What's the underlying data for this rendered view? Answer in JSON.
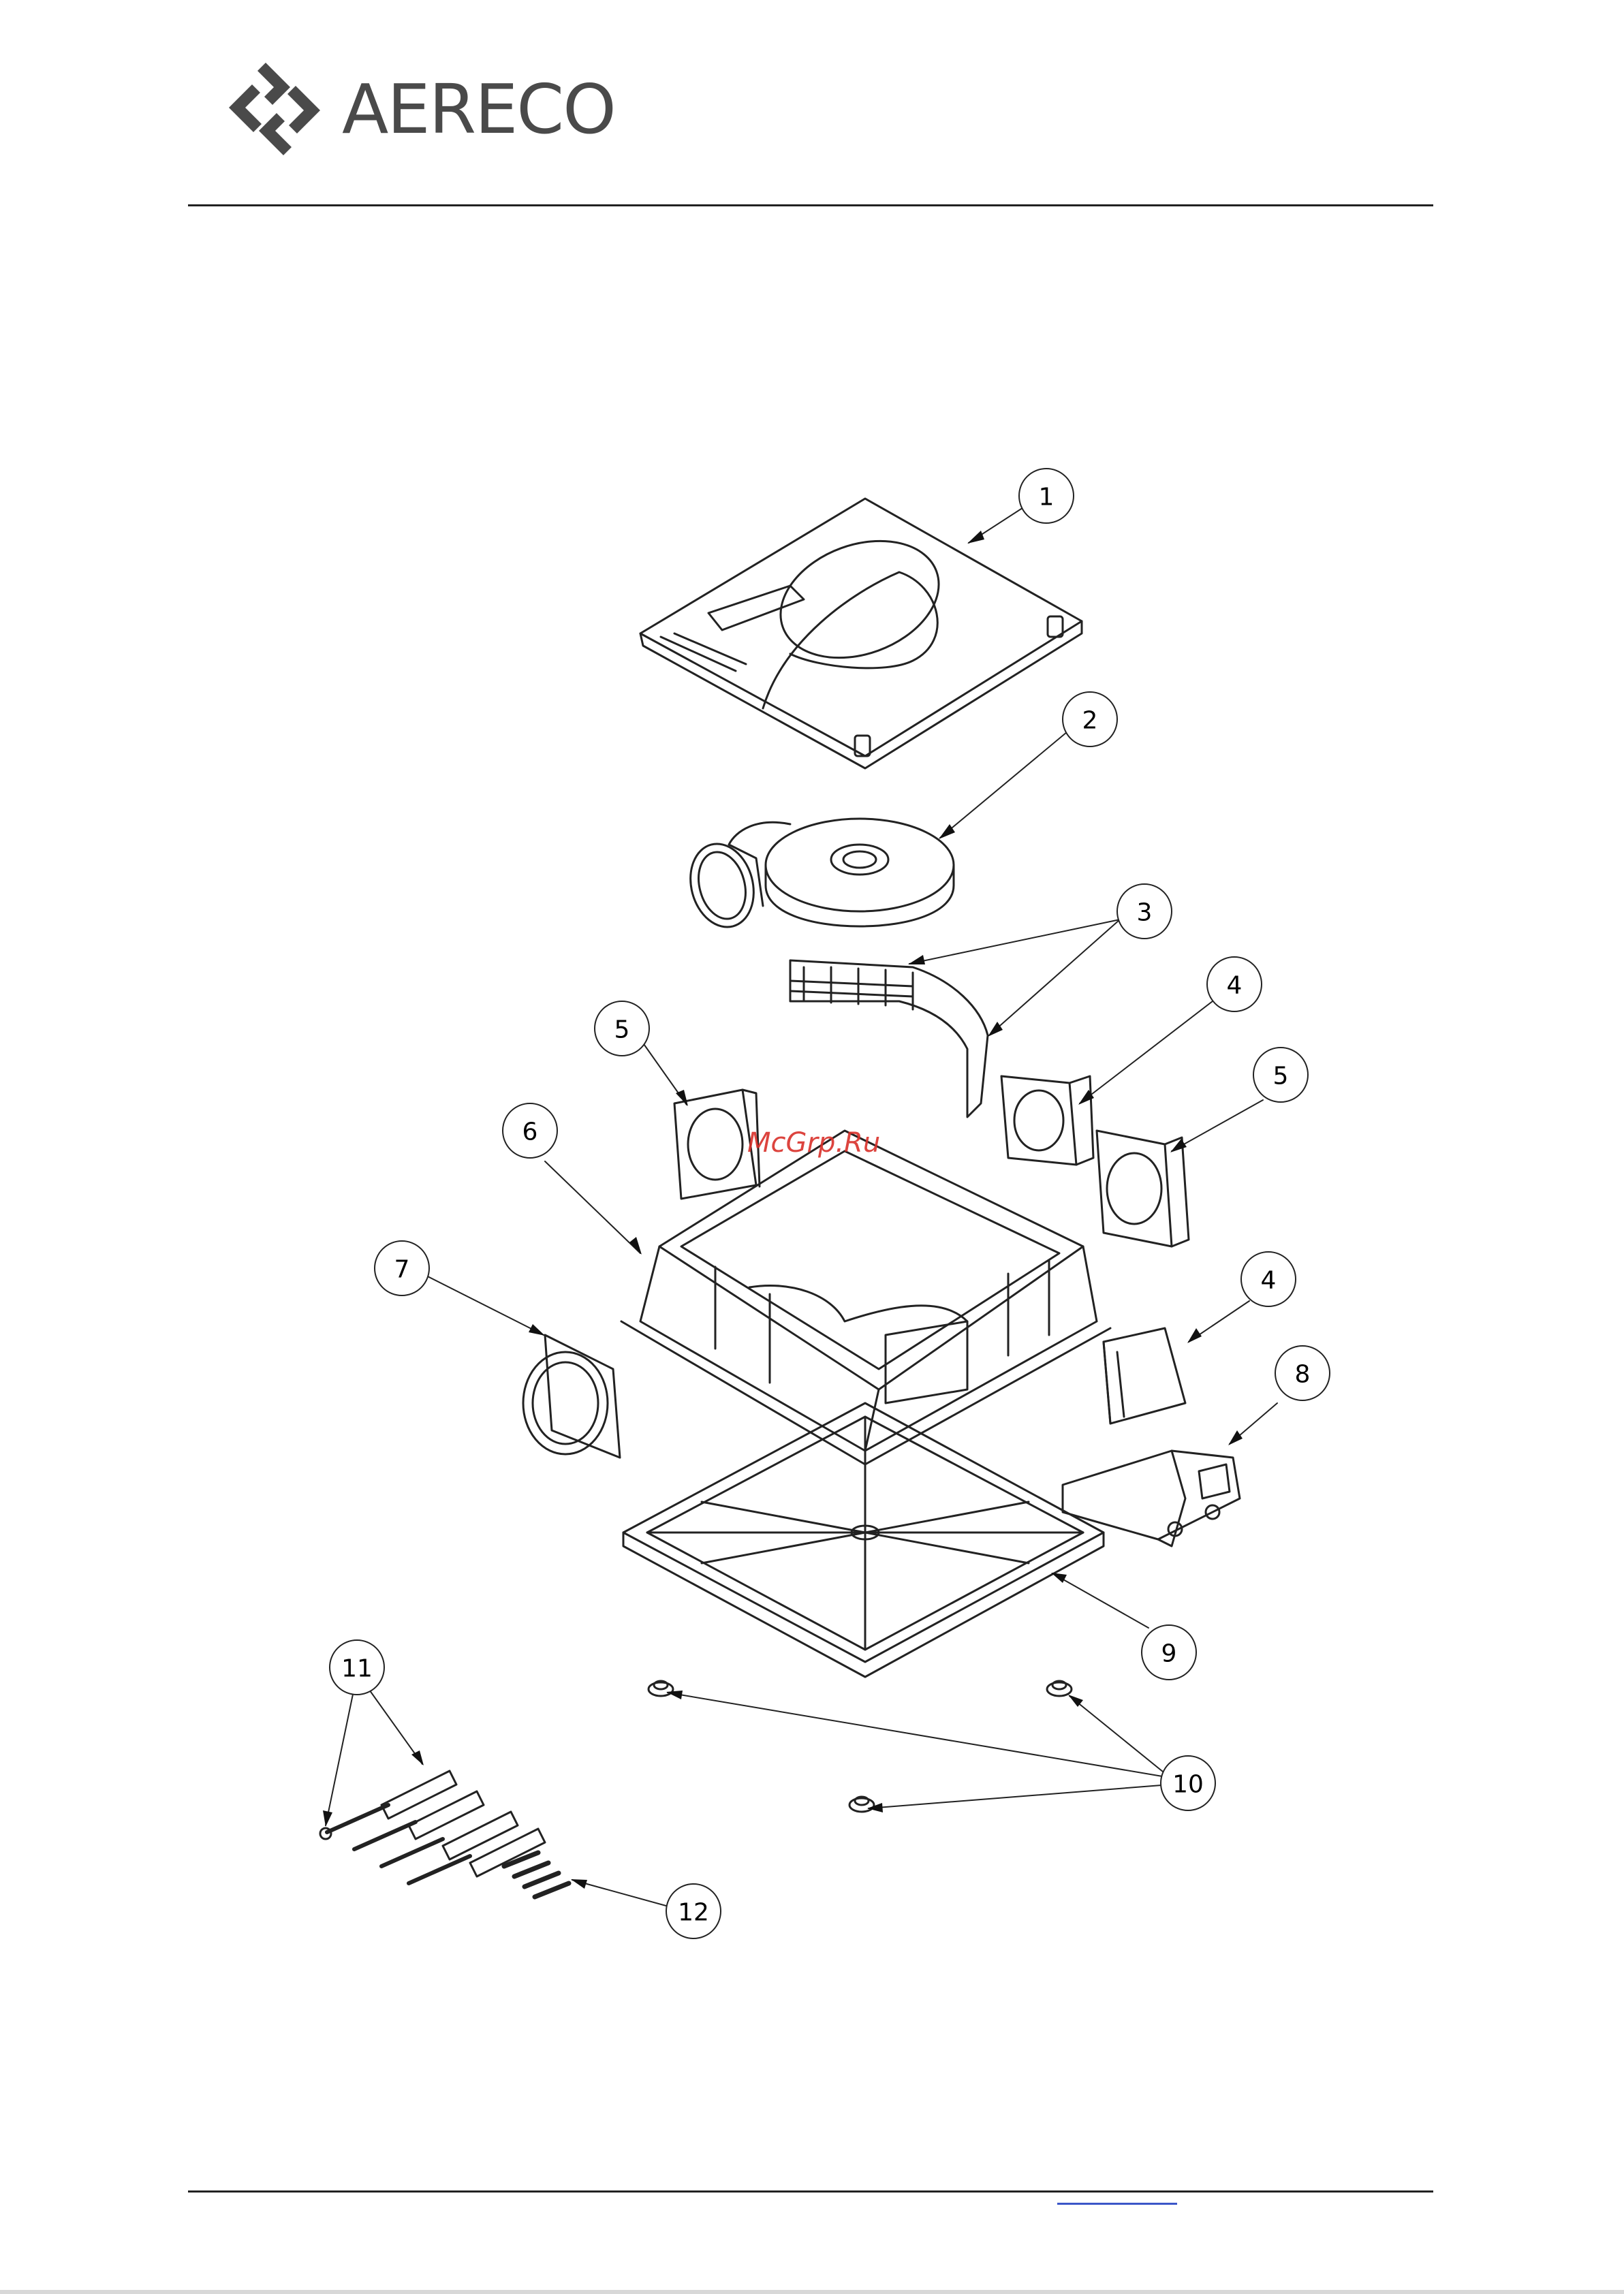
{
  "brand": {
    "name": "AERECO"
  },
  "watermark": "McGrp.Ru",
  "callouts": [
    "1",
    "2",
    "3",
    "4",
    "5",
    "6",
    "7",
    "8",
    "9",
    "10",
    "11",
    "12"
  ],
  "colors": {
    "line": "#222222",
    "watermark": "#d9302a",
    "link": "#3b56c8"
  }
}
